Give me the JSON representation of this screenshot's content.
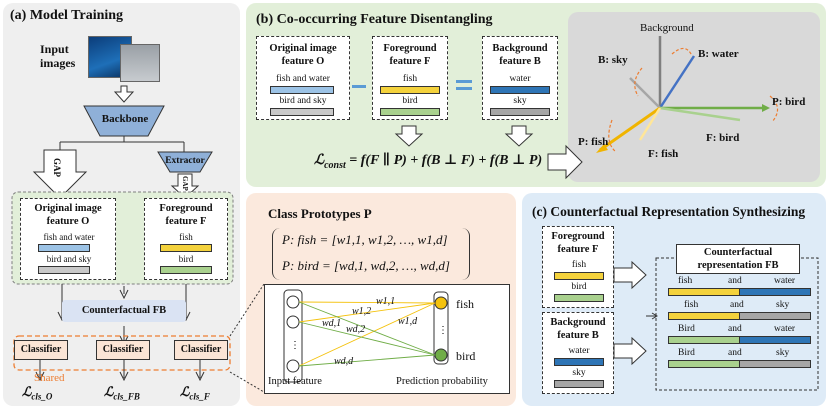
{
  "panel_a": {
    "title": "(a) Model Training",
    "input_label": "Input\nimages",
    "backbone": "Backbone",
    "extractor": "Extractor",
    "gap_left": "GAP",
    "gap_right": "GAP",
    "orig_title": "Original image\nfeature O",
    "orig_items": [
      "fish and water",
      "bird and sky"
    ],
    "fg_title": "Foreground\nfeature F",
    "fg_items": [
      "fish",
      "bird"
    ],
    "counterfactual": "Counterfactual FB",
    "classifiers": [
      "Classifier",
      "Classifier",
      "Classifier"
    ],
    "shared": "Shared",
    "losses": [
      {
        "main": "ℒ",
        "sub": "cls_O"
      },
      {
        "main": "ℒ",
        "sub": "cls_FB"
      },
      {
        "main": "ℒ",
        "sub": "cls_F"
      }
    ]
  },
  "panel_b": {
    "title": "(b) Co-occurring Feature Disentangling",
    "orig_title": "Original image\nfeature O",
    "orig_items": [
      "fish and water",
      "bird and sky"
    ],
    "fg_title": "Foreground\nfeature F",
    "fg_items": [
      "fish",
      "bird"
    ],
    "bg_title": "Background\nfeature B",
    "bg_items": [
      "water",
      "sky"
    ],
    "loss_lhs": "ℒ",
    "loss_sub": "const",
    "loss_rhs": " = f(F ∥ P) + f(B ⊥ F) + f(B ⊥ P)",
    "vectors": {
      "background": "Background",
      "b_water": "B: water",
      "b_sky": "B: sky",
      "p_bird": "P: bird",
      "f_bird": "F: bird",
      "p_fish": "P: fish",
      "f_fish": "F: fish"
    }
  },
  "prototypes": {
    "title": "Class Prototypes P",
    "row1": "P: fish = [w1,1, w1,2, …, w1,d]",
    "row2": "P: bird = [wd,1, wd,2, …, wd,d]",
    "weights": [
      "w1,1",
      "w1,2",
      "wd,1",
      "w1,d",
      "wd,2",
      "wd,d"
    ],
    "out_fish": "fish",
    "out_bird": "bird",
    "input_feature": "Input feature",
    "prediction": "Prediction probability"
  },
  "panel_c": {
    "title": "(c) Counterfactual Representation Synthesizing",
    "fg_title": "Foreground\nfeature F",
    "fg_items": [
      "fish",
      "bird"
    ],
    "bg_title": "Background\nfeature B",
    "bg_items": [
      "water",
      "sky"
    ],
    "cf_title": "Counterfactual\nrepresentation FB",
    "cf_rows": [
      {
        "left": "fish",
        "mid": "and",
        "right": "water"
      },
      {
        "left": "fish",
        "mid": "and",
        "right": "sky"
      },
      {
        "left": "Bird",
        "mid": "and",
        "right": "water"
      },
      {
        "left": "Bird",
        "mid": "and",
        "right": "sky"
      }
    ]
  },
  "colors": {
    "panel_a_bg": "#efefef",
    "panel_b_bg": "#e2efd9",
    "prototype_bg": "#fbe9dd",
    "panel_c_bg": "#deebf7",
    "fish_yellow": "#f4d23c",
    "bird_green": "#a9d18e",
    "water_blue": "#2e75b6",
    "sky_gray": "#a6a6a6",
    "shared_orange": "#ed7d31"
  }
}
